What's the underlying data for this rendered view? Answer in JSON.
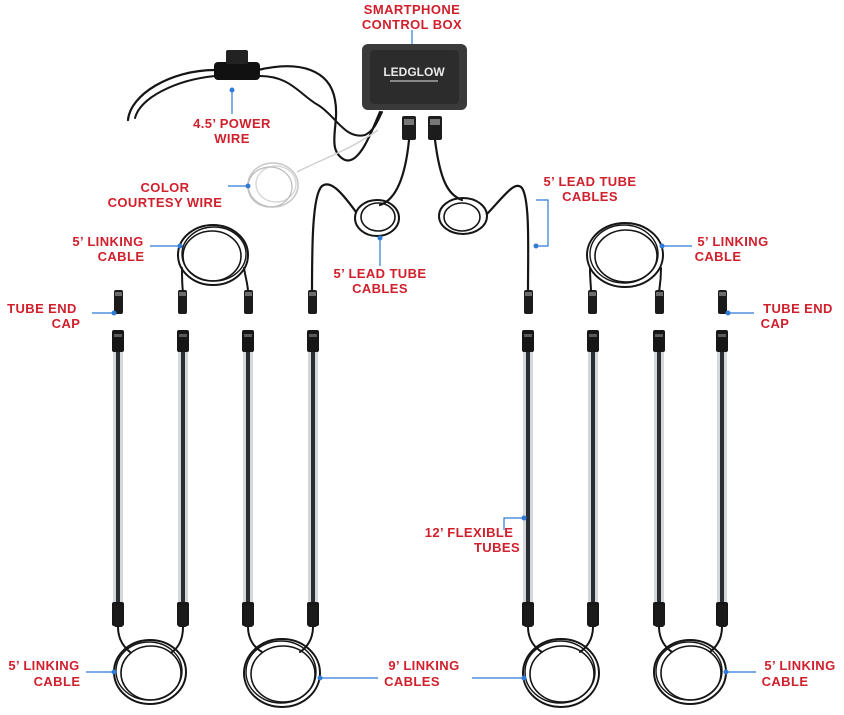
{
  "brand": {
    "logo_text": "LEDGLOW",
    "accent_color": "#d0202c",
    "callout_color": "#2f7bd6"
  },
  "labels": {
    "control_box": [
      "SMARTPHONE",
      "CONTROL BOX"
    ],
    "power_wire": [
      "4.5’ POWER",
      "WIRE"
    ],
    "courtesy_wire": [
      "COLOR",
      "COURTESY WIRE"
    ],
    "lead_tube_cables_top": [
      "5’ LEAD TUBE",
      "CABLES"
    ],
    "lead_tube_cables_mid": [
      "5’ LEAD TUBE",
      "CABLES"
    ],
    "linking_cable_top_left": [
      "5’ LINKING",
      "CABLE"
    ],
    "linking_cable_top_right": [
      "5’ LINKING",
      "CABLE"
    ],
    "tube_end_cap_left": [
      "TUBE END",
      "CAP"
    ],
    "tube_end_cap_right": [
      "TUBE END",
      "CAP"
    ],
    "flexible_tubes": [
      "12’ FLEXIBLE",
      "TUBES"
    ],
    "linking_cable_bottom_left": [
      "5’ LINKING",
      "CABLE"
    ],
    "linking_cables_9ft": [
      "9’ LINKING",
      "CABLES"
    ],
    "linking_cable_bottom_right": [
      "5’ LINKING",
      "CABLE"
    ]
  }
}
